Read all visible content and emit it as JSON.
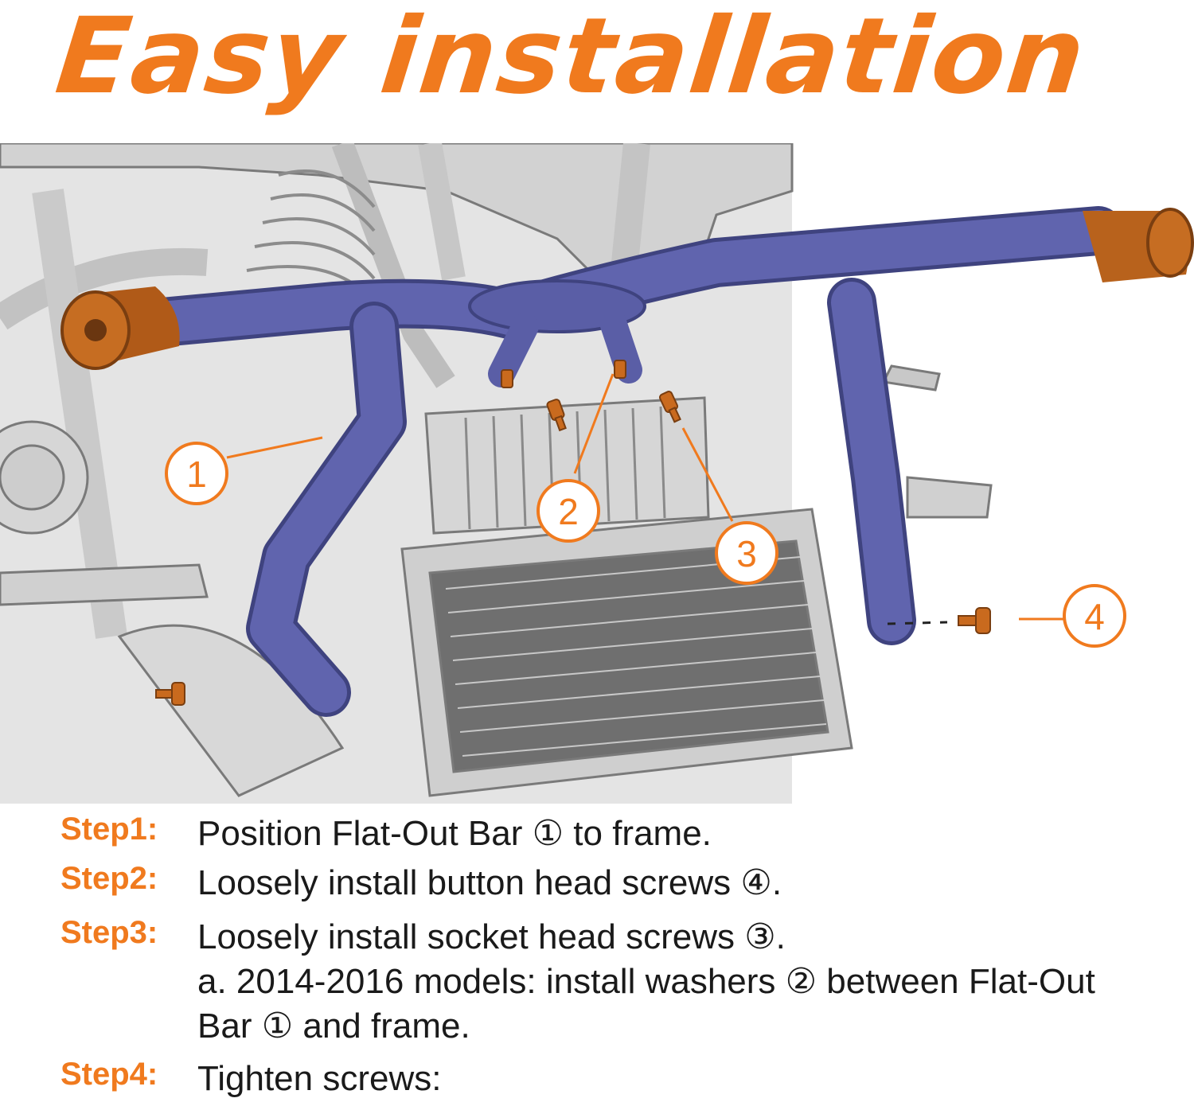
{
  "page": {
    "title": "Easy installation"
  },
  "colors": {
    "accent_orange": "#f07a1e",
    "bar_blue": "#5a5fa8",
    "part_gray": "#c9c9c9",
    "text_dark": "#1a1a1a"
  },
  "callouts": {
    "c1": "1",
    "c2": "2",
    "c3": "3",
    "c4": "4"
  },
  "steps": [
    {
      "label": "Step1:",
      "lines": [
        "Position Flat-Out Bar ① to frame."
      ]
    },
    {
      "label": "Step2:",
      "lines": [
        "Loosely install button head screws ④."
      ]
    },
    {
      "label": "Step3:",
      "lines": [
        "Loosely install socket head screws ③.",
        "a. 2014-2016 models: install washers ② between Flat-Out",
        "Bar ① and frame."
      ]
    },
    {
      "label": "Step4:",
      "lines": [
        "Tighten screws:"
      ]
    }
  ]
}
